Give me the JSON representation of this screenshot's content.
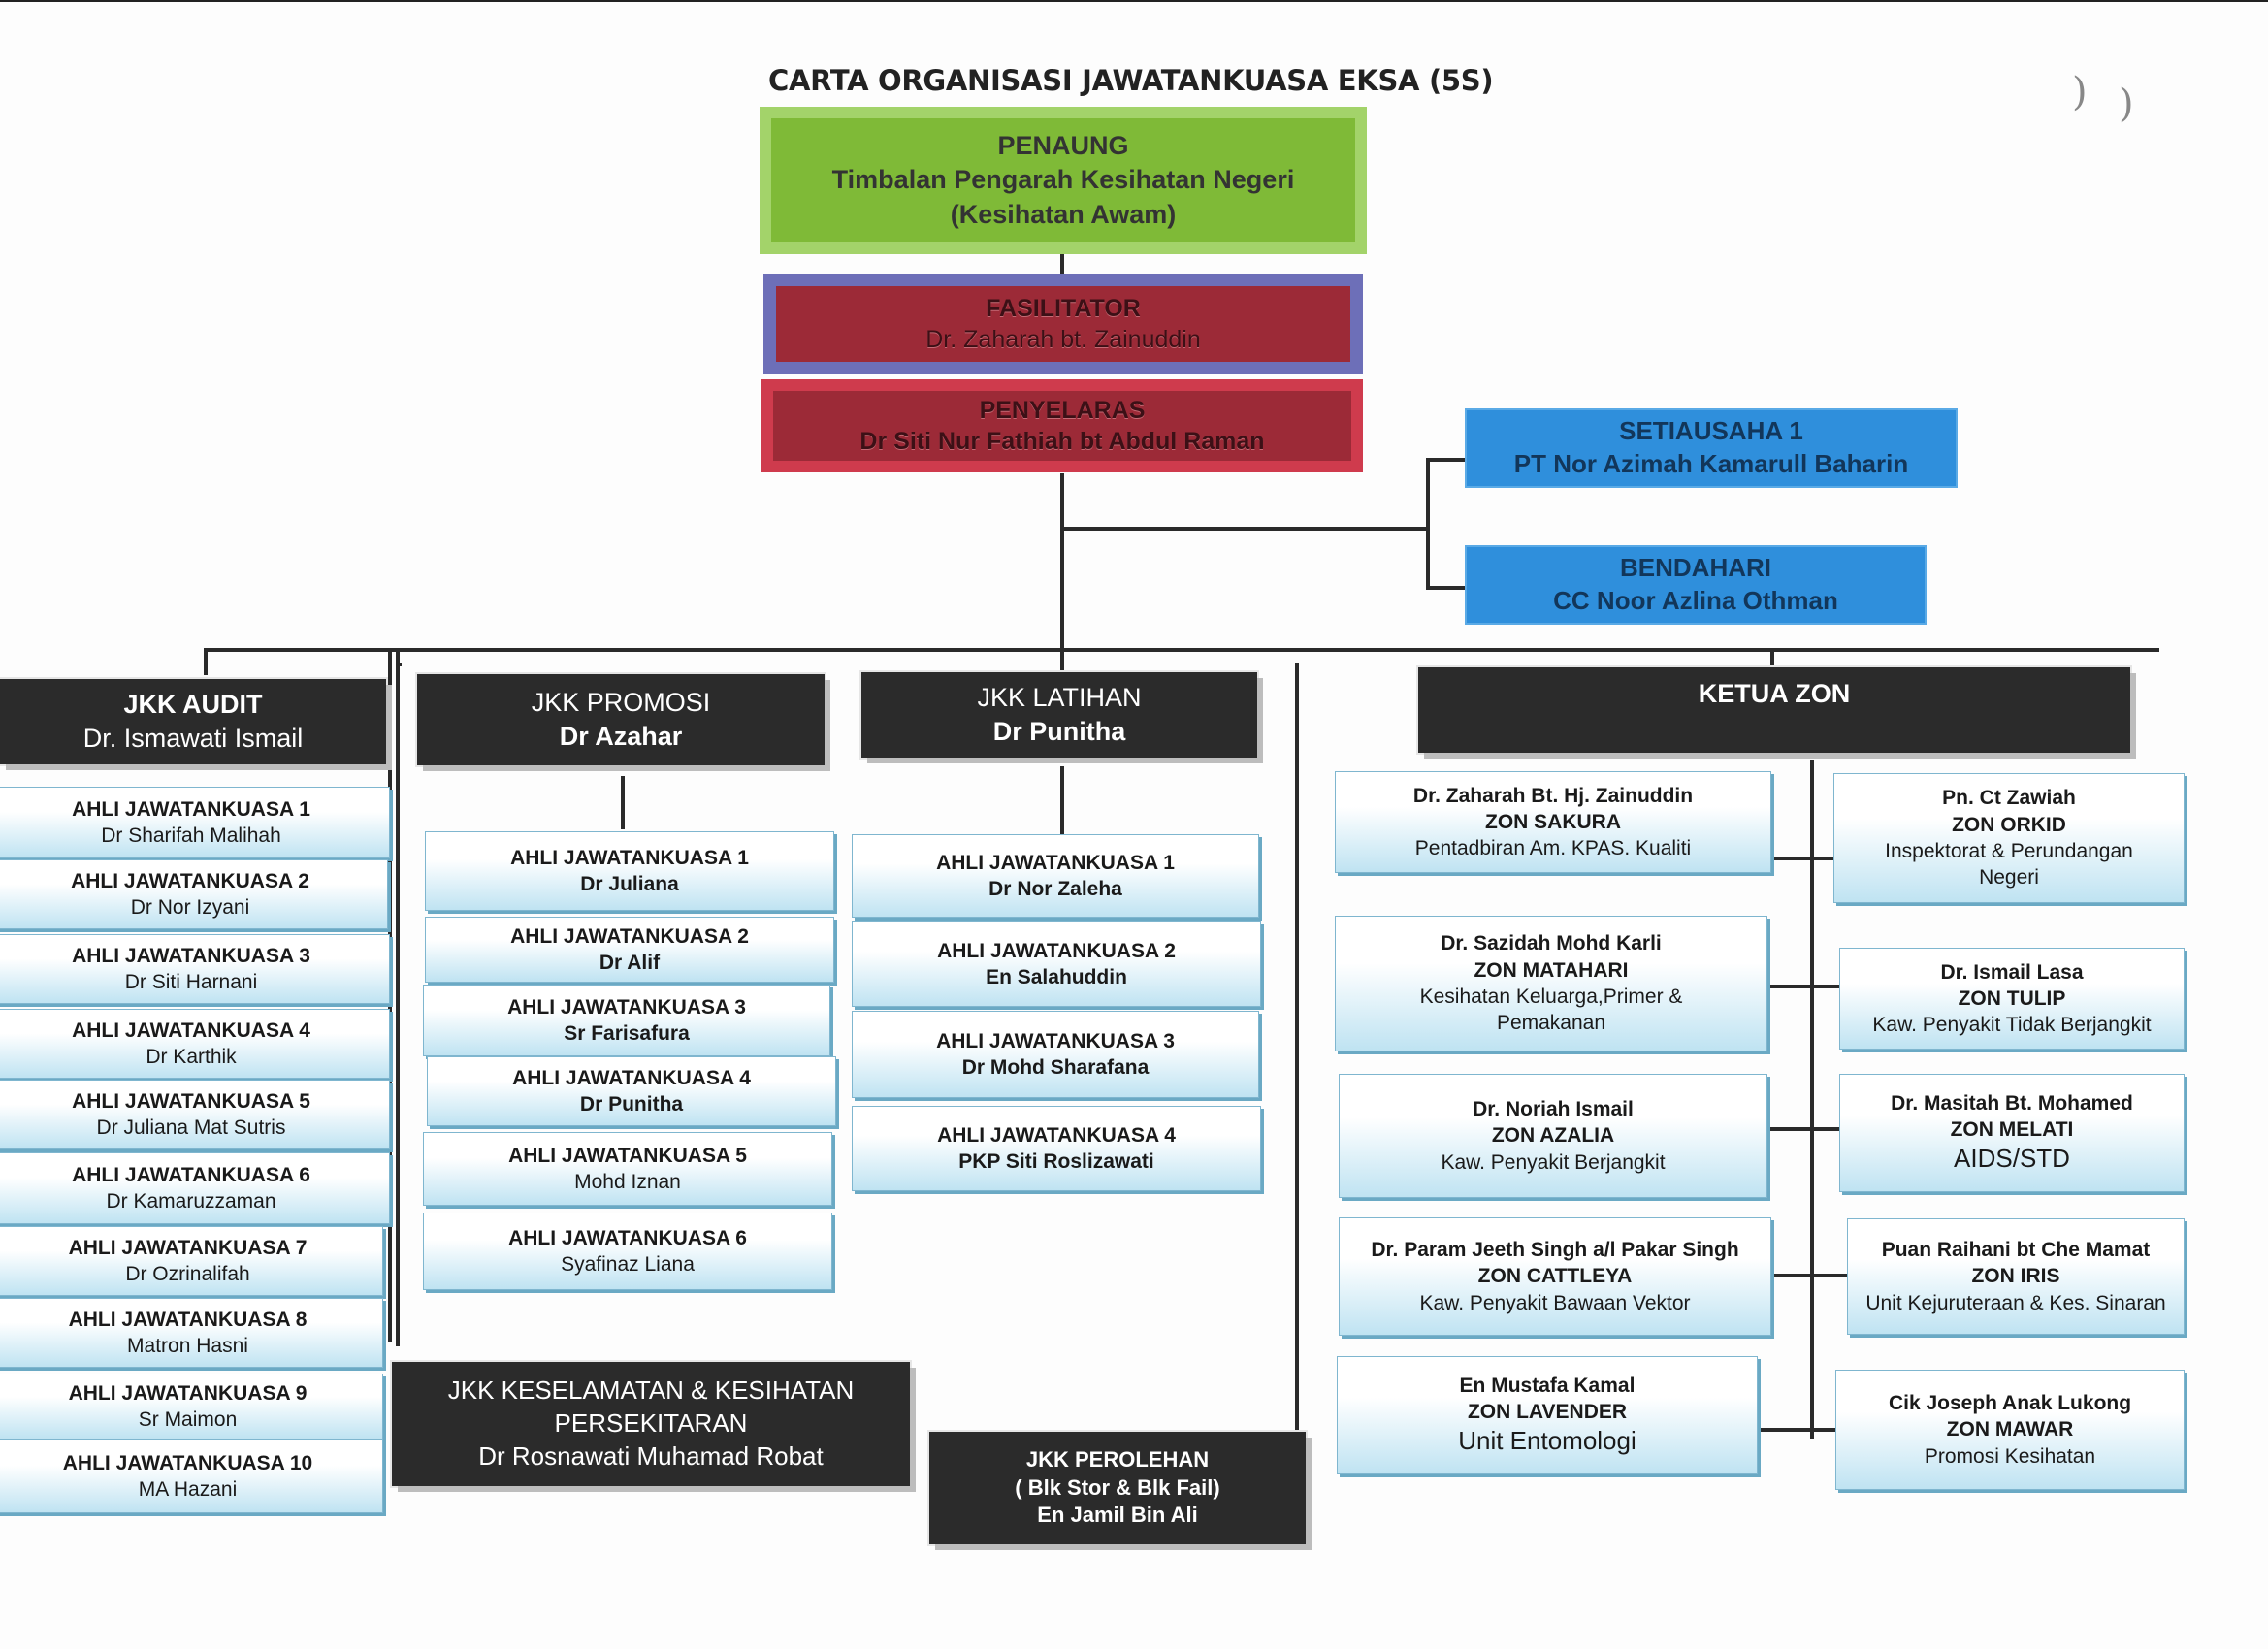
{
  "title": "CARTA ORGANISASI JAWATANKUASA EKSA (5S)",
  "penaung": {
    "role": "PENAUNG",
    "line1": "Timbalan Pengarah Kesihatan Negeri",
    "line2": "(Kesihatan Awam)"
  },
  "fasilitator": {
    "role": "FASILITATOR",
    "name": "Dr. Zaharah bt. Zainuddin"
  },
  "penyelaras": {
    "role": "PENYELARAS",
    "name": "Dr Siti Nur Fathiah bt Abdul Raman"
  },
  "setiausaha": {
    "role": "SETIAUSAHA 1",
    "name": "PT Nor Azimah Kamarull Baharin"
  },
  "bendahari": {
    "role": "BENDAHARI",
    "name": "CC Noor Azlina Othman"
  },
  "jkk_audit": {
    "title": "JKK AUDIT",
    "head": "Dr. Ismawati Ismail",
    "members": [
      {
        "role": "AHLI JAWATANKUASA 1",
        "name": "Dr Sharifah Malihah"
      },
      {
        "role": "AHLI JAWATANKUASA 2",
        "name": "Dr Nor Izyani"
      },
      {
        "role": "AHLI JAWATANKUASA 3",
        "name": "Dr Siti Harnani"
      },
      {
        "role": "AHLI JAWATANKUASA 4",
        "name": "Dr Karthik"
      },
      {
        "role": "AHLI JAWATANKUASA 5",
        "name": "Dr Juliana Mat Sutris"
      },
      {
        "role": "AHLI JAWATANKUASA 6",
        "name": "Dr Kamaruzzaman"
      },
      {
        "role": "AHLI JAWATANKUASA 7",
        "name": "Dr Ozrinalifah"
      },
      {
        "role": "AHLI JAWATANKUASA 8",
        "name": "Matron Hasni"
      },
      {
        "role": "AHLI JAWATANKUASA 9",
        "name": "Sr Maimon"
      },
      {
        "role": "AHLI JAWATANKUASA 10",
        "name": "MA Hazani"
      }
    ]
  },
  "jkk_promosi": {
    "title": "JKK PROMOSI",
    "head": "Dr Azahar",
    "members": [
      {
        "role": "AHLI JAWATANKUASA 1",
        "name": "Dr Juliana"
      },
      {
        "role": "AHLI JAWATANKUASA 2",
        "name": "Dr Alif"
      },
      {
        "role": "AHLI JAWATANKUASA 3",
        "name": "Sr Farisafura"
      },
      {
        "role": "AHLI JAWATANKUASA 4",
        "name": "Dr Punitha"
      },
      {
        "role": "AHLI JAWATANKUASA 5",
        "name": "Mohd Iznan"
      },
      {
        "role": "AHLI JAWATANKUASA 6",
        "name": "Syafinaz Liana"
      }
    ]
  },
  "jkk_latihan": {
    "title": "JKK LATIHAN",
    "head": "Dr Punitha",
    "members": [
      {
        "role": "AHLI JAWATANKUASA 1",
        "name": "Dr Nor Zaleha"
      },
      {
        "role": "AHLI JAWATANKUASA 2",
        "name": "En Salahuddin"
      },
      {
        "role": "AHLI JAWATANKUASA 3",
        "name": "Dr Mohd Sharafana"
      },
      {
        "role": "AHLI JAWATANKUASA 4",
        "name": "PKP Siti Roslizawati"
      }
    ]
  },
  "jkk_keselamatan": {
    "line1": "JKK KESELAMATAN & KESIHATAN",
    "line2": "PERSEKITARAN",
    "head": "Dr Rosnawati Muhamad Robat"
  },
  "jkk_perolehan": {
    "title": "JKK PEROLEHAN",
    "sub": "( Blk Stor & Blk Fail)",
    "head": "En Jamil Bin Ali"
  },
  "ketua_zon": {
    "title": "KETUA ZON",
    "zones": [
      {
        "name": "Dr. Zaharah Bt. Hj. Zainuddin",
        "zone": "ZON SAKURA",
        "unit": "Pentadbiran Am. KPAS. Kualiti",
        "unit2": ""
      },
      {
        "name": "Pn. Ct Zawiah",
        "zone": "ZON ORKID",
        "unit": "Inspektorat & Perundangan",
        "unit2": "Negeri"
      },
      {
        "name": "Dr. Sazidah Mohd Karli",
        "zone": "ZON MATAHARI",
        "unit": "Kesihatan Keluarga,Primer &",
        "unit2": "Pemakanan"
      },
      {
        "name": "Dr. Ismail Lasa",
        "zone": "ZON TULIP",
        "unit": "Kaw. Penyakit Tidak Berjangkit",
        "unit2": ""
      },
      {
        "name": "Dr. Noriah Ismail",
        "zone": "ZON AZALIA",
        "unit": "Kaw. Penyakit Berjangkit",
        "unit2": ""
      },
      {
        "name": "Dr. Masitah Bt. Mohamed",
        "zone": "ZON MELATI",
        "unit": "AIDS/STD",
        "unit2": ""
      },
      {
        "name": "Dr. Param Jeeth Singh a/l Pakar Singh",
        "zone": "ZON CATTLEYA",
        "unit": "Kaw. Penyakit Bawaan Vektor",
        "unit2": ""
      },
      {
        "name": "Puan Raihani bt Che Mamat",
        "zone": "ZON IRIS",
        "unit": "Unit Kejuruteraan & Kes. Sinaran",
        "unit2": ""
      },
      {
        "name": "En Mustafa Kamal",
        "zone": "ZON LAVENDER",
        "unit": "Unit Entomologi",
        "unit2": ""
      },
      {
        "name": "Cik Joseph Anak Lukong",
        "zone": "ZON MAWAR",
        "unit": "Promosi Kesihatan",
        "unit2": ""
      }
    ]
  }
}
